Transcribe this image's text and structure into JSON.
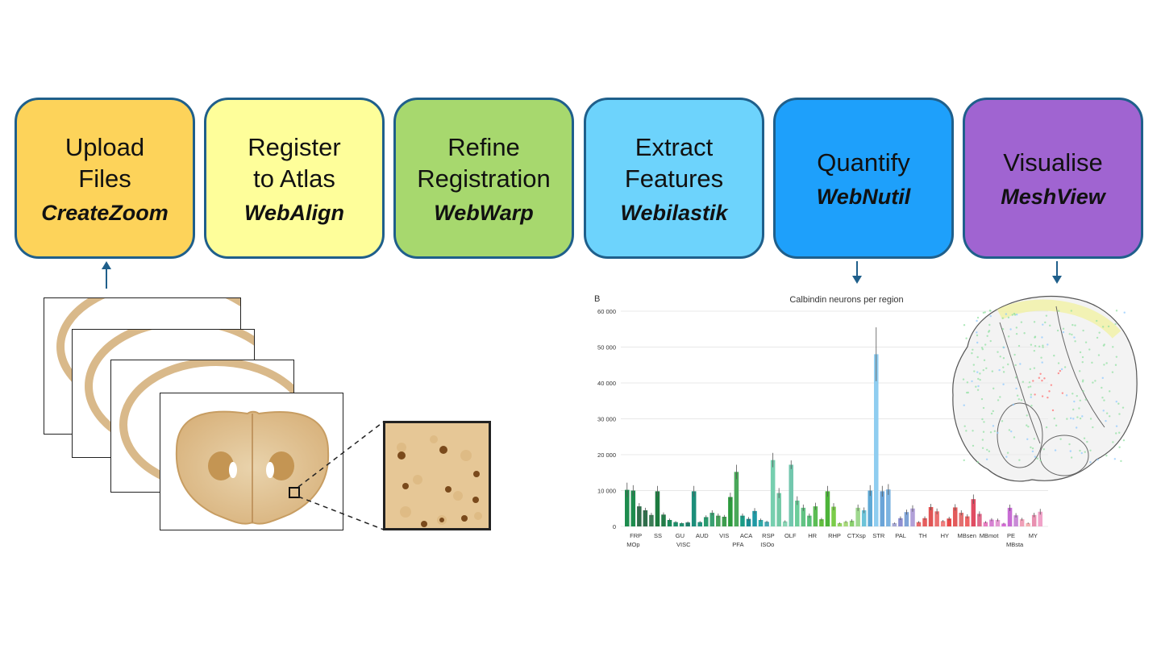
{
  "steps": [
    {
      "title": "Upload Files",
      "tool": "CreateZoom",
      "color": "#fdd35a"
    },
    {
      "title": "Register to Atlas",
      "tool": "WebAlign",
      "color": "#fefe9a"
    },
    {
      "title": "Refine Registration",
      "tool": "WebWarp",
      "color": "#a7d86e"
    },
    {
      "title": "Extract Features",
      "tool": "Webilastik",
      "color": "#6dd3fc"
    },
    {
      "title": "Quantify",
      "tool": "WebNutil",
      "color": "#1ea0fb"
    },
    {
      "title": "Visualise",
      "tool": "MeshView",
      "color": "#a064d1"
    }
  ],
  "chart_data": {
    "type": "bar",
    "panel_label": "B",
    "title": "Calbindin neurons per region",
    "ylim": [
      0,
      60000
    ],
    "y_ticks": [
      "0",
      "10 000",
      "20 000",
      "30 000",
      "40 000",
      "50 000",
      "60 000"
    ],
    "grid": true,
    "group_labels_top": [
      "FRP",
      "SS",
      "GU",
      "AUD",
      "VIS",
      "ACA",
      "RSP",
      "OLF",
      "HR",
      "RHP",
      "CTXsp",
      "STR",
      "PAL",
      "TH",
      "HY",
      "MBsen",
      "MBmot",
      "PE",
      "MY"
    ],
    "group_labels_bottom": [
      "MOp",
      "VISC",
      "PFA",
      "ISOo",
      "MBsta"
    ],
    "values": [
      10200,
      10000,
      5600,
      4500,
      3200,
      9800,
      3300,
      1800,
      1200,
      900,
      1100,
      9800,
      1200,
      2600,
      3800,
      3000,
      2700,
      8200,
      15200,
      3000,
      2100,
      4300,
      1800,
      1300,
      18500,
      9300,
      1400,
      17200,
      7200,
      5200,
      3000,
      5600,
      2000,
      9800,
      5500,
      900,
      1300,
      1600,
      5200,
      4500,
      10000,
      48000,
      9800,
      10300,
      900,
      2300,
      4000,
      5000,
      1200,
      2300,
      5400,
      4200,
      1500,
      2200,
      5300,
      3800,
      2800,
      7600,
      3500,
      1200,
      1900,
      1800,
      800,
      5200,
      3100,
      2000,
      900,
      3200,
      4100
    ],
    "errors": [
      2000,
      1500,
      900,
      700,
      600,
      1500,
      600,
      400,
      300,
      200,
      300,
      1500,
      300,
      500,
      700,
      600,
      500,
      1200,
      2000,
      600,
      500,
      800,
      400,
      300,
      2000,
      1400,
      300,
      1200,
      1200,
      900,
      600,
      1000,
      400,
      1500,
      1000,
      200,
      300,
      400,
      900,
      800,
      1500,
      7500,
      1500,
      1500,
      200,
      500,
      700,
      900,
      300,
      500,
      900,
      800,
      300,
      500,
      900,
      700,
      600,
      1300,
      700,
      300,
      400,
      400,
      200,
      900,
      600,
      400,
      200,
      600,
      800
    ],
    "colors": [
      "#1e8c4e",
      "#1e8c4e",
      "#2f6e4b",
      "#2f6e4b",
      "#3c7d57",
      "#1d7a3f",
      "#237d48",
      "#1b8a5a",
      "#1f8f6a",
      "#229171",
      "#1e7d6a",
      "#1c8e7a",
      "#22947f",
      "#2a9b6e",
      "#3aa072",
      "#47a15a",
      "#3f9e4f",
      "#2b9a3c",
      "#4aa85a",
      "#1a9c86",
      "#1a8d93",
      "#1f99a5",
      "#2fa8a8",
      "#46a8b3",
      "#76cfaf",
      "#73c9a6",
      "#8ad5b5",
      "#73c7ae",
      "#6ccd9a",
      "#62c384",
      "#59c07a",
      "#5bbd54",
      "#62be3e",
      "#4db43a",
      "#7acc49",
      "#94d363",
      "#a8d97a",
      "#89d06d",
      "#9fd88f",
      "#6dc3d8",
      "#5ea9d6",
      "#8fcdf0",
      "#6aa4d8",
      "#7cb3e0",
      "#a6a7d2",
      "#8e8fd1",
      "#7fa3d6",
      "#b1a0d8",
      "#e86c6c",
      "#e65d5d",
      "#e05454",
      "#ea7070",
      "#f08080",
      "#e84848",
      "#e35a5a",
      "#e27070",
      "#ef6464",
      "#e04c62",
      "#de6a8a",
      "#e87dc0",
      "#d782d3",
      "#e39ad3",
      "#d66cd6",
      "#c86cd4",
      "#c98ad6",
      "#f0a0b8",
      "#f4b2b2",
      "#e890b0",
      "#f0a2c8"
    ]
  },
  "brain_mesh_colors": [
    "#8fe0a0",
    "#ff6a6a",
    "#8ac8ff",
    "#f6f6a0",
    "#c9a0ff"
  ]
}
